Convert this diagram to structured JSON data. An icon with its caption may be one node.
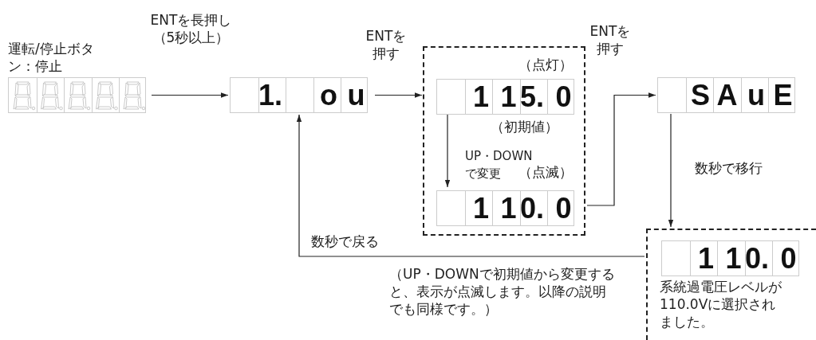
{
  "diagram": {
    "nodes": [
      {
        "text": [],
        "shape": "box",
        "beside": [
          "運転/停止ボタン：停止"
        ]
      },
      {
        "text": [
          "1.",
          "o",
          "u"
        ]
      },
      {
        "text": [],
        "shape": "box"
      },
      {
        "text": [
          "1",
          "1",
          "5.",
          "0"
        ],
        "in": 2,
        "beside": [
          "（点灯）",
          "（初期値）"
        ]
      },
      {
        "text": [
          "1",
          "1",
          "0.",
          "0"
        ],
        "in": 2,
        "beside": [
          "（点滅）"
        ]
      },
      {
        "text": [
          "S",
          "A",
          "u",
          "E"
        ]
      },
      {
        "text": [
          "系統過電圧レベルが110.0Vに選択されました。"
        ]
      },
      {
        "text": [
          "1",
          "1",
          "0.",
          "0"
        ],
        "in": 6
      }
    ],
    "edges": [
      {
        "from": 0,
        "to": 1,
        "arrow": "to",
        "label": "ENTを長押し（5秒以上）"
      },
      {
        "from": 1,
        "to": 2,
        "arrow": "to",
        "label": "ENTを押す"
      },
      {
        "from": 3,
        "to": 4,
        "arrow": "to",
        "label": "UP・DOWNで変更"
      },
      {
        "from": 2,
        "to": 5,
        "arrow": "to",
        "label": "ENTを押す"
      },
      {
        "from": 5,
        "to": 6,
        "arrow": "to",
        "label": "数秒で移行"
      },
      {
        "from": 6,
        "to": 1,
        "arrow": "to",
        "label": "数秒で戻る"
      }
    ],
    "labels": [
      "（UP・DOWNで初期値から変更すると、表示が点滅します。以降の説明でも同様です。）"
    ]
  }
}
